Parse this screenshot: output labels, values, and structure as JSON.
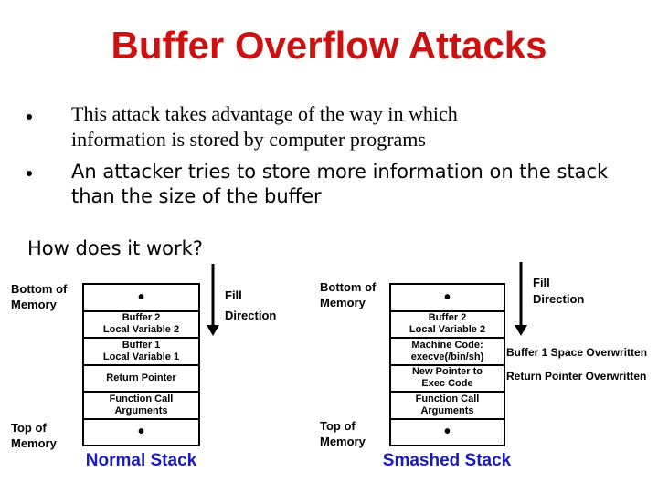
{
  "slide_title": "Buffer Overflow Attacks",
  "bullets": [
    "This attack takes advantage of the way in which\ninformation is stored by computer programs",
    "An attacker tries to store more information on the stack\nthan the size of the buffer"
  ],
  "section_heading": "How does it work?",
  "stacks": [
    {
      "name": "normal",
      "bottom_label": "Bottom of\nMemory",
      "top_label": "Top of\nMemory",
      "fill_label": "Fill\nDirection",
      "rows": [
        "•",
        "Buffer 2\nLocal Variable 2",
        "Buffer 1\nLocal Variable 1",
        "Return Pointer",
        "Function Call\nArguments",
        "•"
      ],
      "caption": "Normal Stack"
    },
    {
      "name": "smashed",
      "bottom_label": "Bottom of\nMemory",
      "top_label": "Top of\nMemory",
      "fill_label": "Fill\nDirection",
      "rows": [
        "•",
        "Buffer 2\nLocal Variable 2",
        "Machine Code:\nexecve(/bin/sh)",
        "New Pointer to\nExec Code",
        "Function Call\nArguments",
        "•"
      ],
      "caption": "Smashed Stack",
      "annotations": [
        "Buffer 1 Space Overwritten",
        "Return Pointer Overwritten"
      ]
    }
  ],
  "icons": {
    "fill_direction_arrow": "down-arrow",
    "bullet_marker": "filled-circle"
  },
  "colors": {
    "title_red": "#CC1111",
    "caption_blue": "#1A1AB8",
    "text": "#000000",
    "background": "#FFFFFF"
  }
}
